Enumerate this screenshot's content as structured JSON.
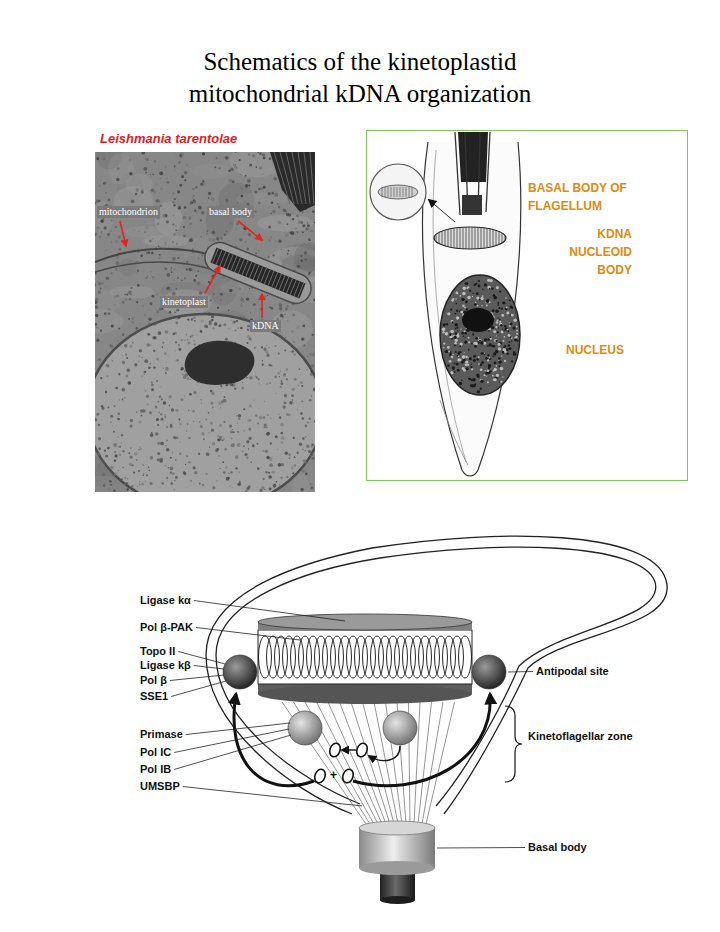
{
  "diagram": {
    "title": "Schematics of the kinetoplastid mitochondrial kDNA organization",
    "nodes": [
      {
        "text": [
          "Leishmania tarentolae",
          "mitochondrion",
          "basal body",
          "kinetoplast",
          "kDNA"
        ]
      },
      {
        "text": [
          "BASAL BODY OF FLAGELLUM",
          "KDNA NUCLEOID BODY",
          "NUCLEUS"
        ]
      }
    ],
    "labels": [
      "Ligase kα",
      "Pol β-PAK",
      "Topo II",
      "Ligase kβ",
      "Pol β",
      "SSE1",
      "Primase",
      "Pol IC",
      "Pol IB",
      "UMSBP",
      "Antipodal site",
      "Kinetoflagellar zone",
      "Basal body",
      "+"
    ]
  }
}
